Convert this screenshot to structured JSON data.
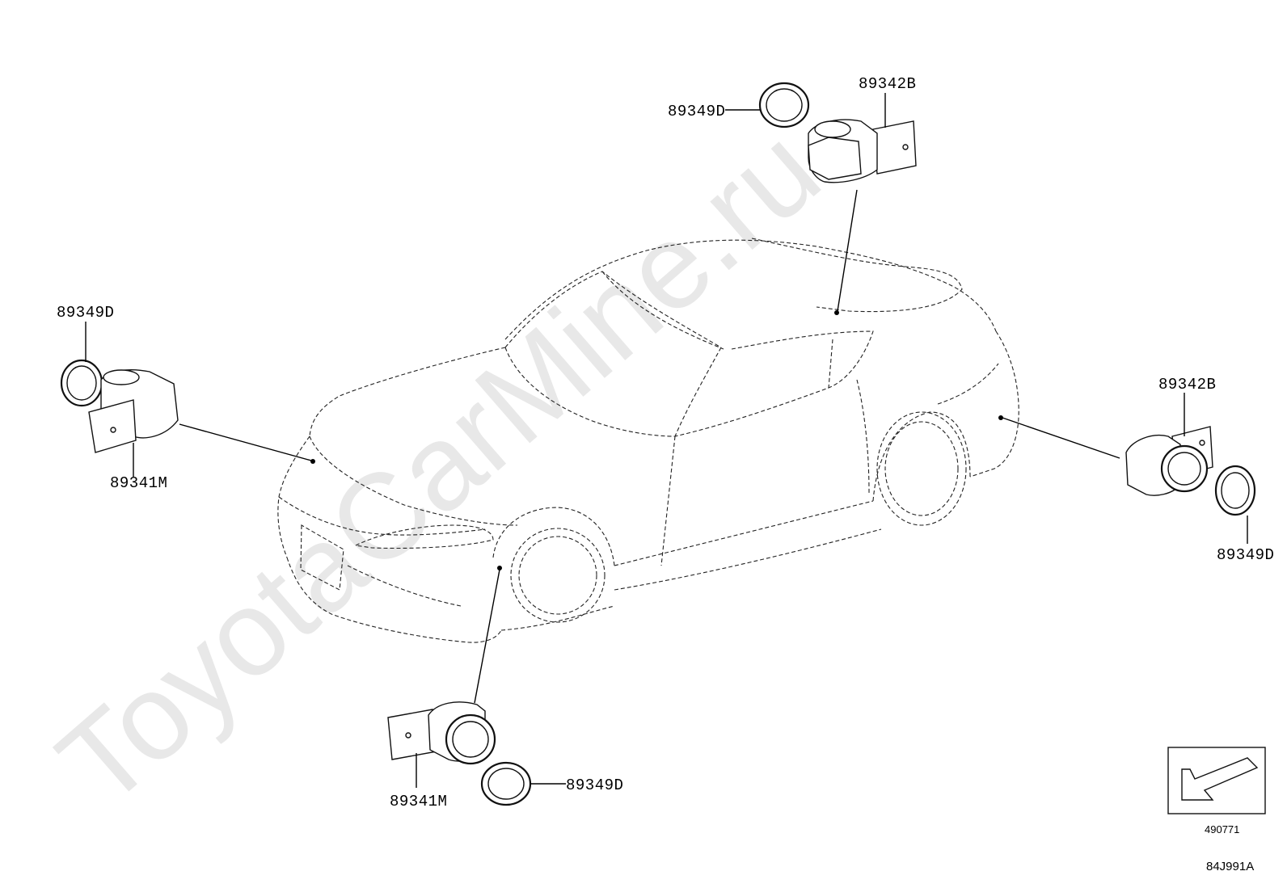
{
  "watermark": "ToyotaCarMine.ru",
  "callouts": {
    "top_ring": "89349D",
    "top_sensor": "89342B",
    "left_ring": "89349D",
    "left_sensor": "89341M",
    "right_sensor": "89342B",
    "right_ring": "89349D",
    "bottom_sensor": "89341M",
    "bottom_ring": "89349D"
  },
  "direction_box_code": "490771",
  "drawing_code": "84J991A"
}
